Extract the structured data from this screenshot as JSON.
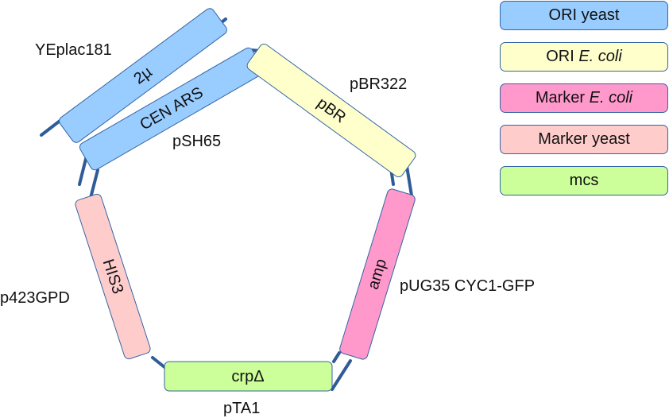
{
  "colors": {
    "ori_yeast": "#99ccff",
    "ori_ecoli": "#ffffcc",
    "marker_ecoli": "#ff99cc",
    "marker_yeast": "#ffcccc",
    "mcs": "#ccff99",
    "outline": "#3465a4",
    "connector": "#2f5c97"
  },
  "legend": [
    {
      "key": "ori_yeast",
      "text": "ORI yeast",
      "italic": ""
    },
    {
      "key": "ori_ecoli",
      "text": "ORI ",
      "italic": "E. coli"
    },
    {
      "key": "marker_ecoli",
      "text": "Marker ",
      "italic": "E. coli"
    },
    {
      "key": "marker_yeast",
      "text": "Marker yeast",
      "italic": ""
    },
    {
      "key": "mcs",
      "text": "mcs",
      "italic": ""
    }
  ],
  "parts": {
    "two_micron": "2µ",
    "cen_ars": "CEN ARS",
    "pbr": "pBR",
    "amp": "amp",
    "crp": "crpΔ",
    "his3": "HIS3"
  },
  "plasmid_sources": {
    "yeplac181": "YEplac181",
    "psh65": "pSH65",
    "pbr322": "pBR322",
    "pug35": "pUG35 CYC1-GFP",
    "pta1": "pTA1",
    "p423gpd": "p423GPD"
  }
}
